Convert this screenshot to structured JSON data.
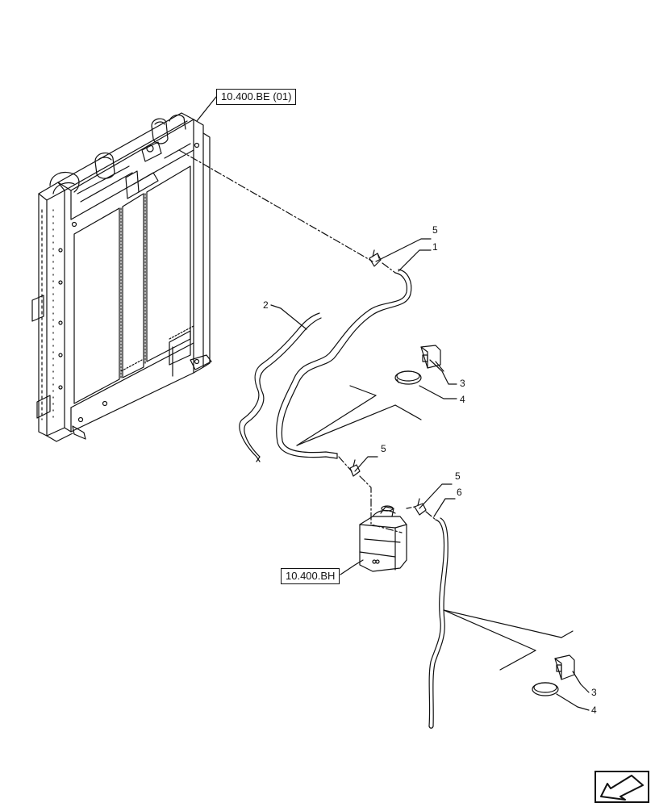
{
  "references": {
    "radiator": "10.400.BE (01)",
    "reservoir": "10.400.BH"
  },
  "callouts": {
    "c1": "1",
    "c2": "2",
    "c3a": "3",
    "c3b": "3",
    "c4a": "4",
    "c4b": "4",
    "c5a": "5",
    "c5b": "5",
    "c5c": "5",
    "c6": "6"
  },
  "colors": {
    "line": "#111111",
    "background": "#ffffff"
  },
  "icons": {
    "nav": "arrow-down-left-icon"
  }
}
